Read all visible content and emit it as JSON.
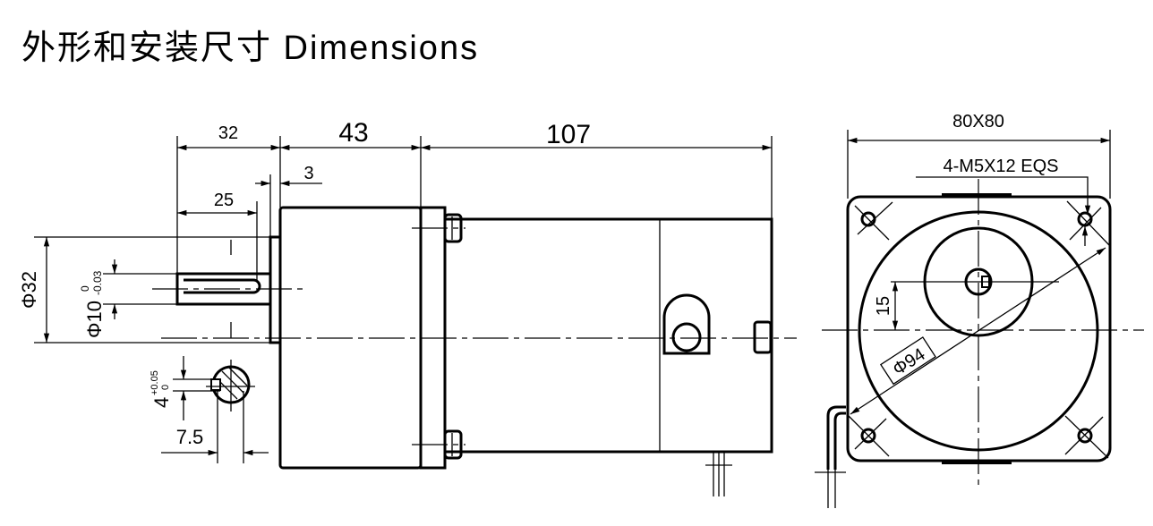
{
  "title": "外形和安装尺寸 Dimensions",
  "side_view": {
    "dim_shaft_length": "32",
    "dim_gearbox_length": "43",
    "dim_motor_length": "107",
    "dim_pilot": "3",
    "dim_key_length": "25",
    "dim_pilot_diameter": "Φ32",
    "dim_shaft_diameter": "Φ10",
    "dim_shaft_tol_upper": "0",
    "dim_shaft_tol_lower": "-0.03",
    "dim_key_width": "4",
    "dim_key_tol_upper": "+0.05",
    "dim_key_tol_lower": "0",
    "dim_key_depth": "7.5"
  },
  "front_view": {
    "dim_square": "80X80",
    "dim_holes": "4-M5X12 EQS",
    "dim_offset": "15",
    "dim_pcd": "Φ94"
  }
}
